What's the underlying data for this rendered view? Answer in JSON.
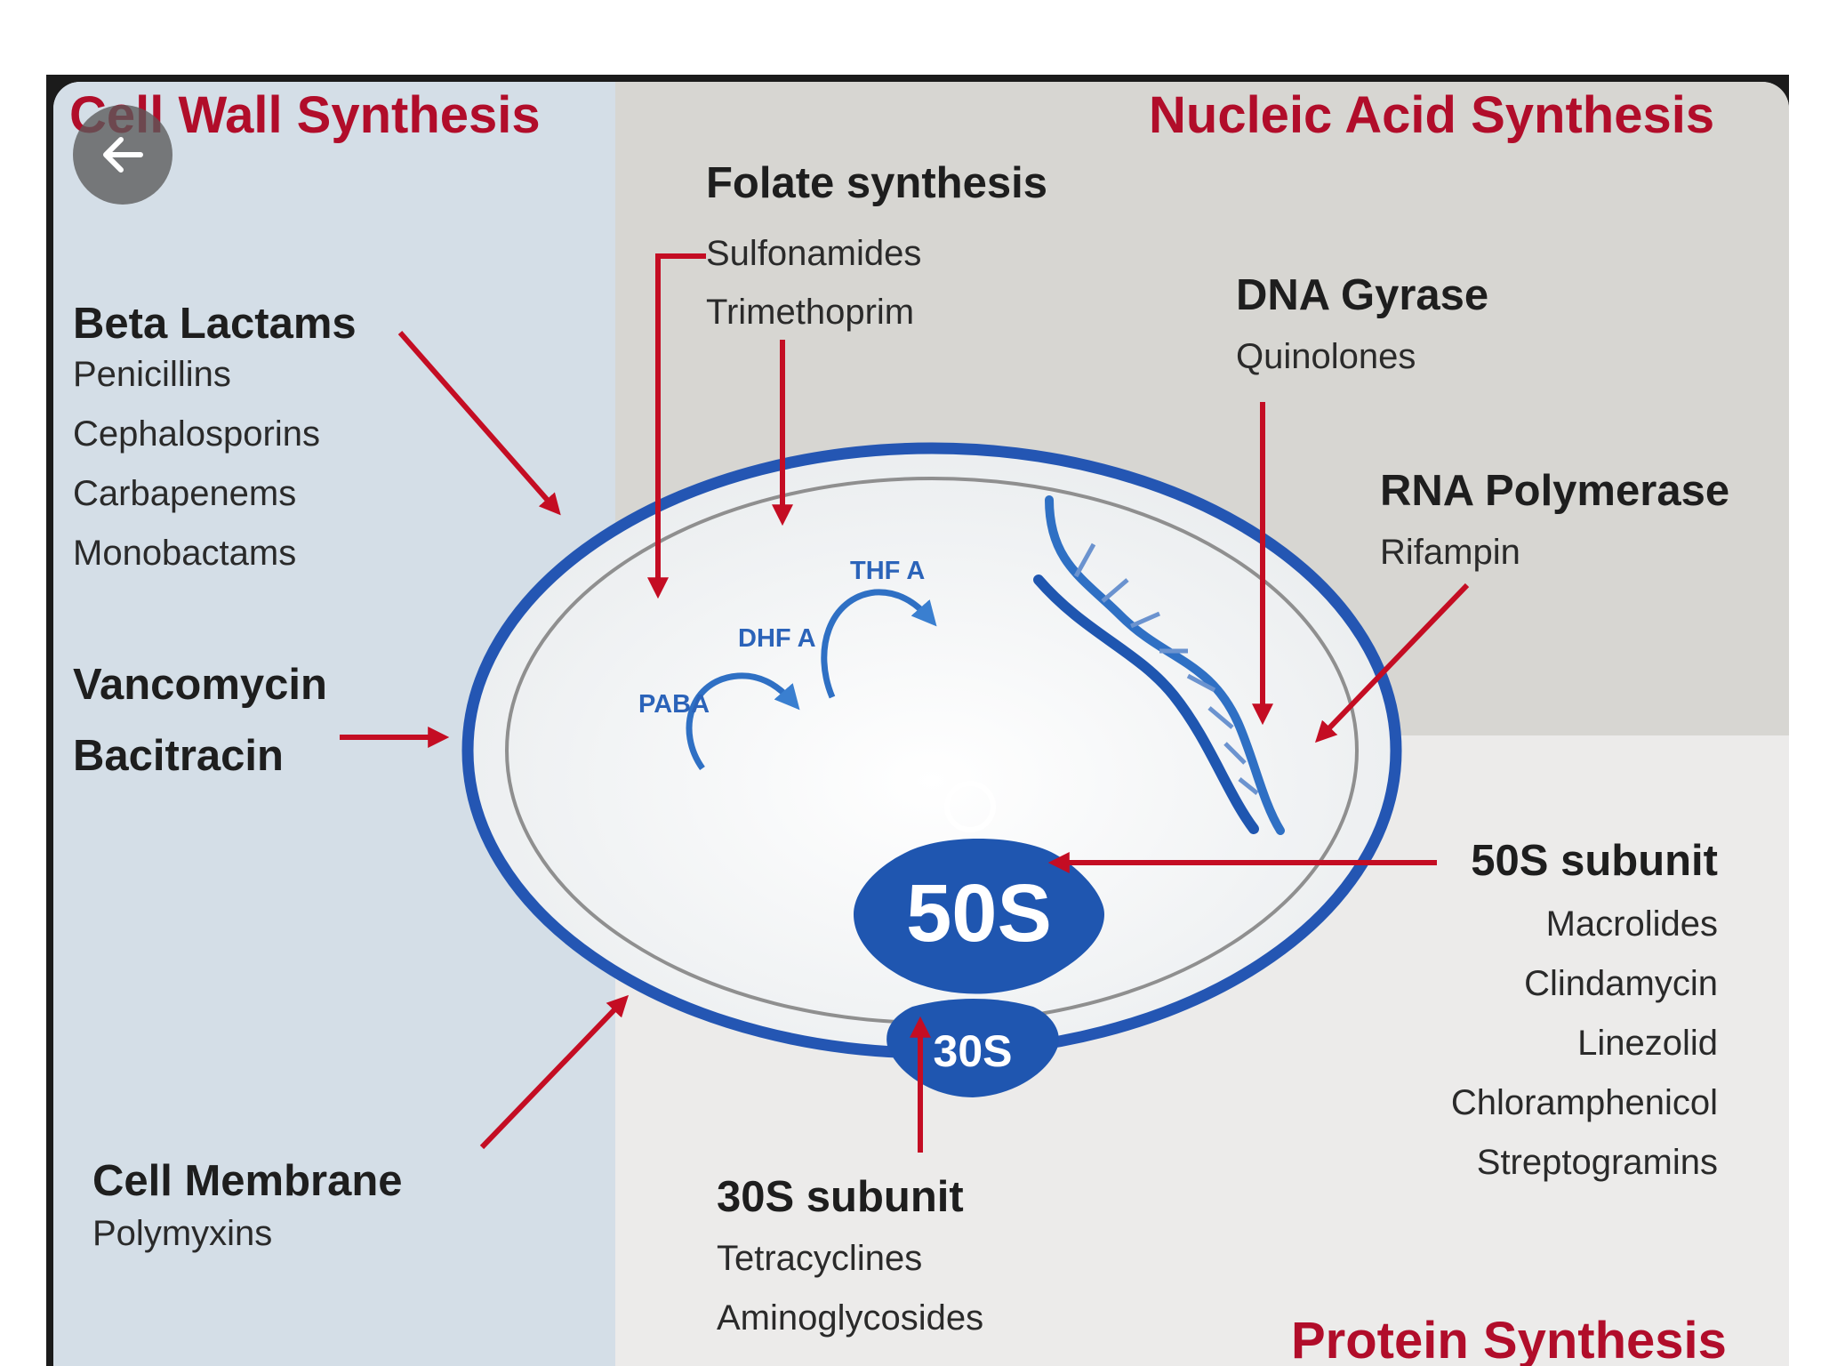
{
  "sections": {
    "cell_wall": "Cell Wall Synthesis",
    "nucleic_acid": "Nucleic Acid Synthesis",
    "protein": "Protein Synthesis"
  },
  "groups": {
    "beta_lactams": {
      "title": "Beta Lactams",
      "drugs": [
        "Penicillins",
        "Cephalosporins",
        "Carbapenems",
        "Monobactams"
      ]
    },
    "vanco": {
      "line1": "Vancomycin",
      "line2": "Bacitracin"
    },
    "cell_membrane": {
      "title": "Cell Membrane",
      "drugs": [
        "Polymyxins"
      ]
    },
    "folate": {
      "title": "Folate synthesis",
      "drugs": [
        "Sulfonamides",
        "Trimethoprim"
      ]
    },
    "dna_gyrase": {
      "title": "DNA Gyrase",
      "drugs": [
        "Quinolones"
      ]
    },
    "rna_polymerase": {
      "title": "RNA Polymerase",
      "drugs": [
        "Rifampin"
      ]
    },
    "subunit_50s": {
      "title": "50S subunit",
      "drugs": [
        "Macrolides",
        "Clindamycin",
        "Linezolid",
        "Chloramphenicol",
        "Streptogramins"
      ]
    },
    "subunit_30s": {
      "title": "30S subunit",
      "drugs": [
        "Tetracyclines",
        "Aminoglycosides"
      ]
    }
  },
  "cell": {
    "paba": "PABA",
    "dhf": "DHF A",
    "thf": "THF A",
    "ribosome_large": "50S",
    "ribosome_small": "30S"
  },
  "colors": {
    "section_title": "#b10d2a",
    "arrow": "#c40d23",
    "cell_wall": "#2456b3",
    "ribosome": "#1f56b0",
    "metabolite_text": "#2b63b9"
  },
  "icons": {
    "back": "arrow-left-icon",
    "dna": "dna-helix-icon"
  }
}
